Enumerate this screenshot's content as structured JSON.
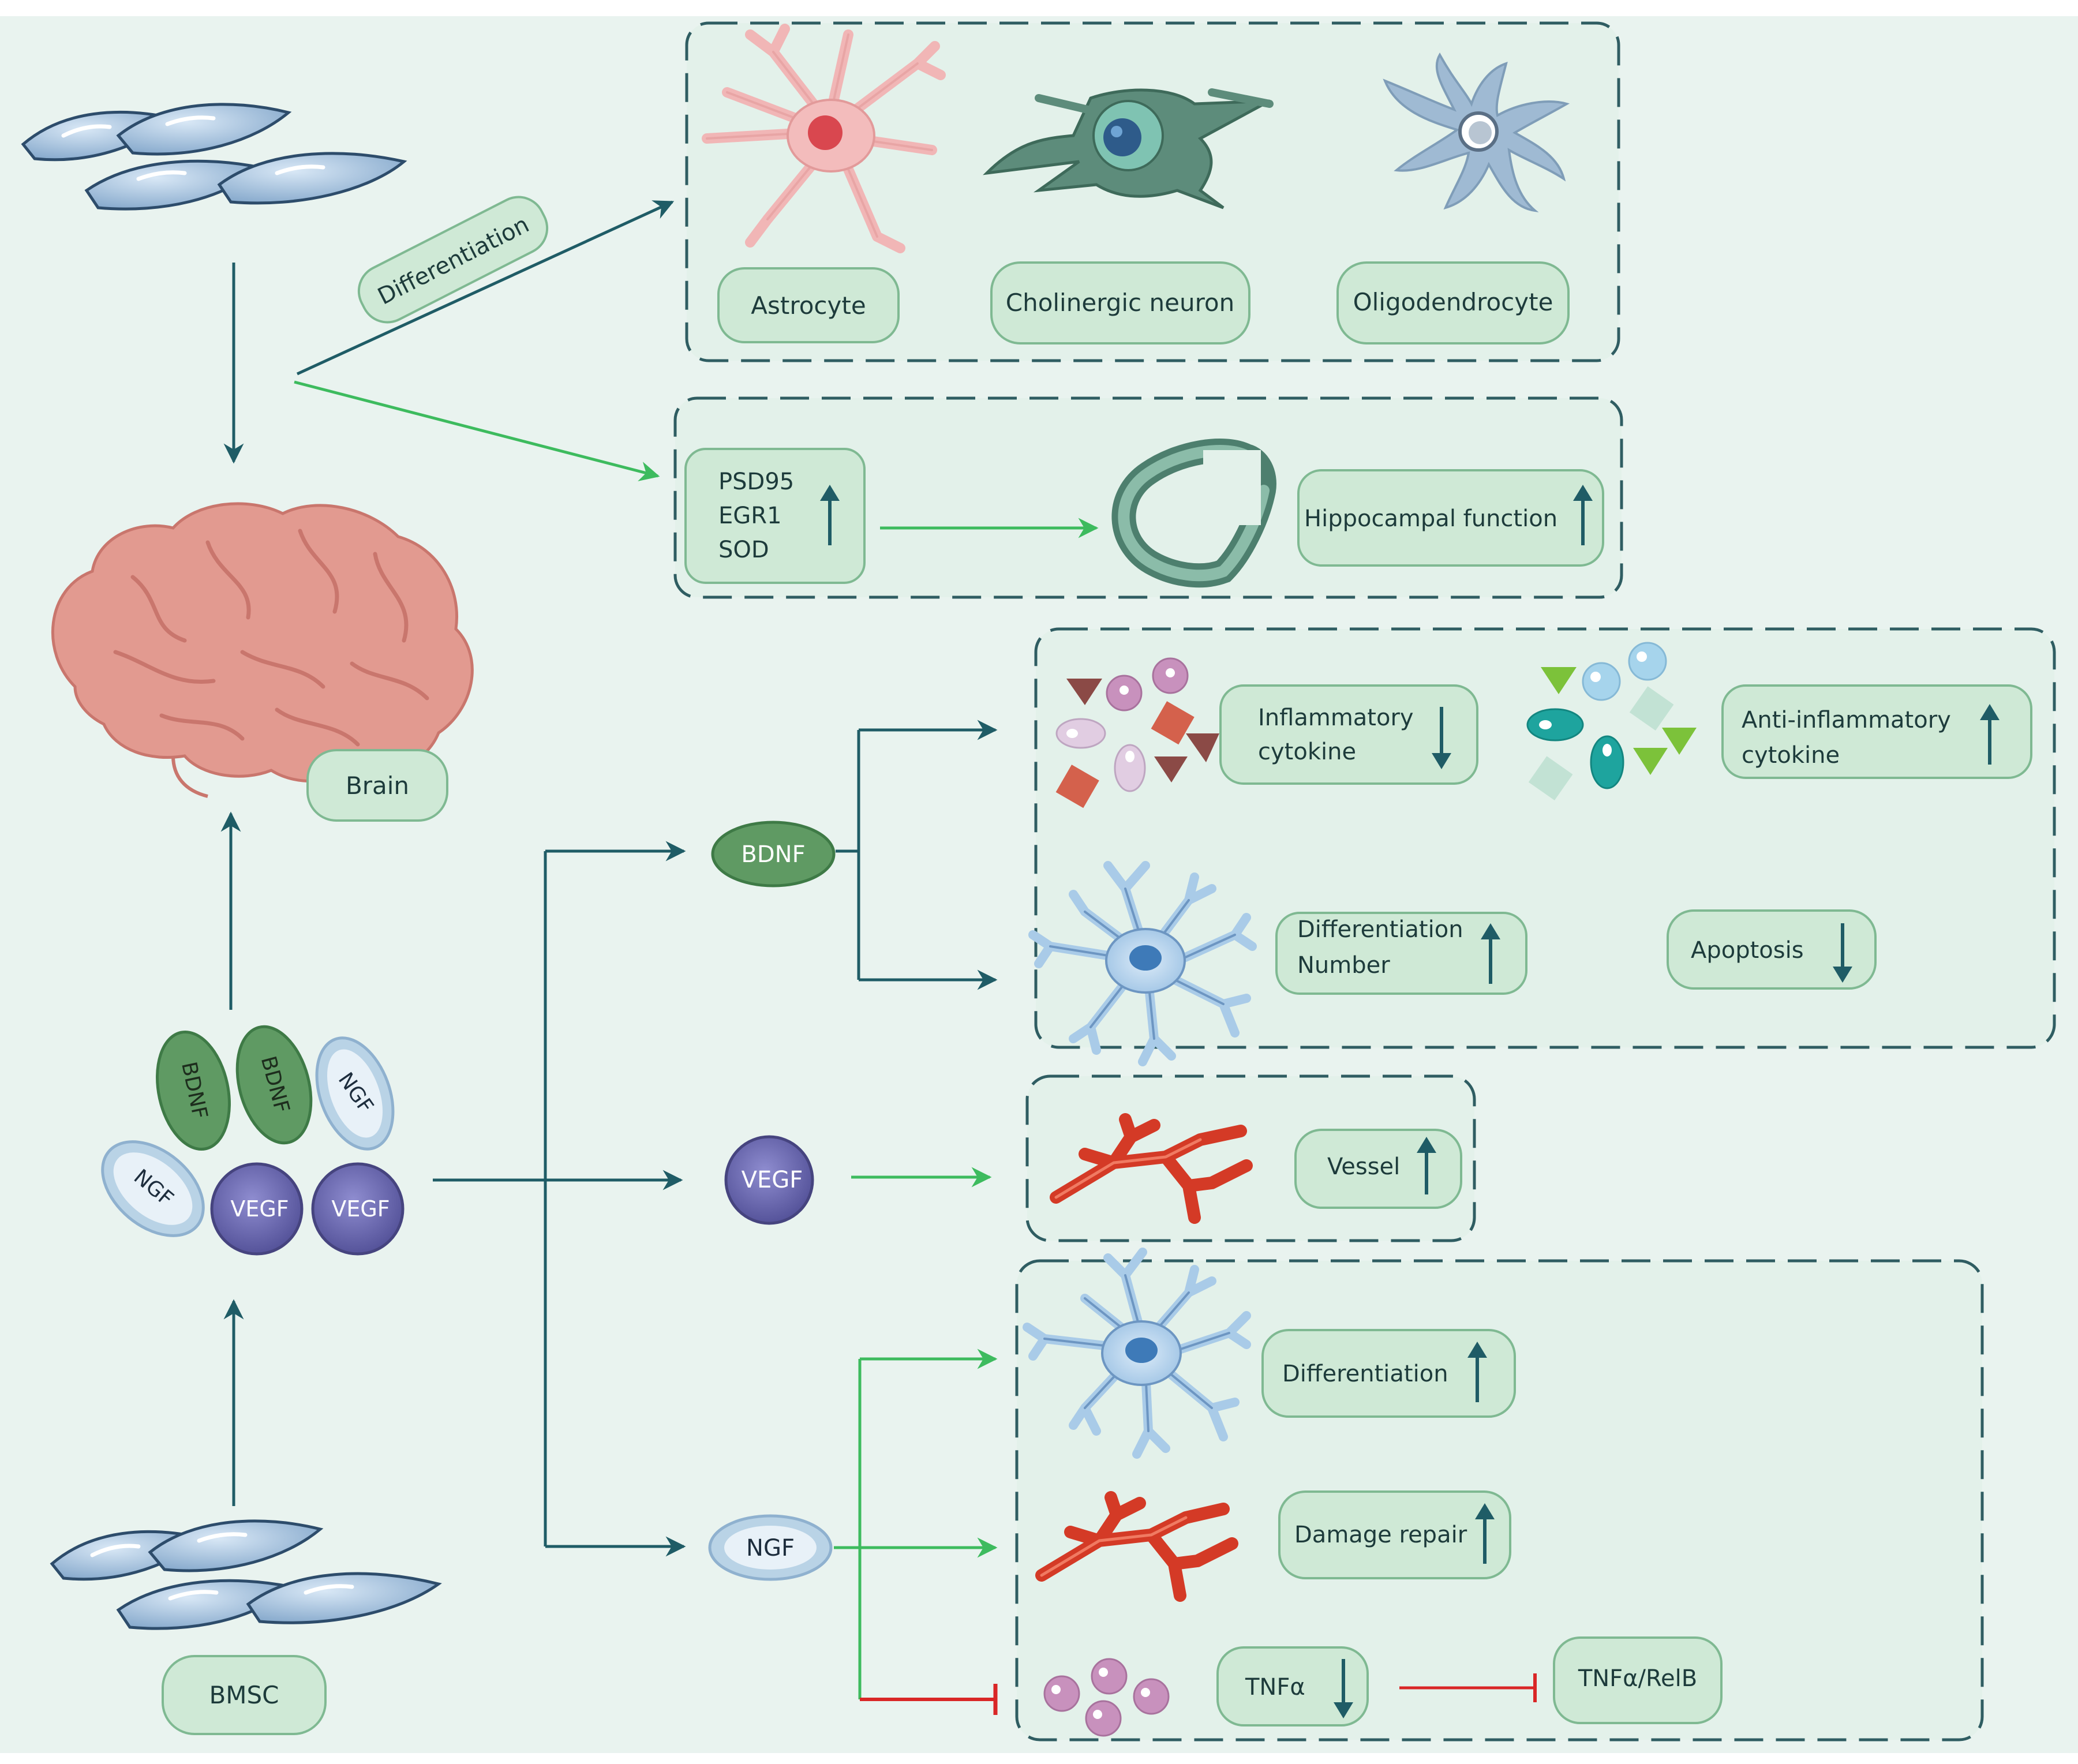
{
  "labels": {
    "differentiation": "Differentiation",
    "astrocyte": "Astrocyte",
    "cholinergic_neuron": "Cholinergic neuron",
    "oligodendrocyte": "Oligodendrocyte",
    "psd95": "PSD95",
    "egr1": "EGR1",
    "sod": "SOD",
    "hippocampal_function": "Hippocampal function",
    "brain": "Brain",
    "bmsc": "BMSC",
    "bdnf": "BDNF",
    "ngf": "NGF",
    "vegf": "VEGF",
    "inflammatory_cytokine_line1": "Inflammatory",
    "inflammatory_cytokine_line2": "cytokine",
    "anti_inflammatory_line1": "Anti-inflammatory",
    "anti_inflammatory_line2": "cytokine",
    "differentiation_number_line1": "Differentiation",
    "differentiation_number_line2": "Number",
    "apoptosis": "Apoptosis",
    "vessel": "Vessel",
    "ngf_differentiation": "Differentiation",
    "damage_repair": "Damage repair",
    "tnfa": "TNFα",
    "tnfa_relb": "TNFα/RelB"
  },
  "colors": {
    "background": "#e9f3ef",
    "panel_fill": "#e3f1ea",
    "panel_border": "#2f5d62",
    "label_fill": "#cfe9d6",
    "label_border": "#7fb992",
    "dark_arrow": "#1f5c66",
    "green_arrow": "#3dbb5e",
    "inhibit_red": "#d92626",
    "bdnf_green": "#5f9a63",
    "vegf_purple": "#6e6cb0",
    "ngf_blue": "#b9d3e6",
    "vessel_red": "#d43a26",
    "brain_pink": "#e29a90",
    "bmsc_blue": "#88aacb"
  },
  "icons": {
    "up_arrow": "arrow-up-icon",
    "down_arrow": "arrow-down-icon",
    "inhibit": "inhibition-bar-icon"
  }
}
